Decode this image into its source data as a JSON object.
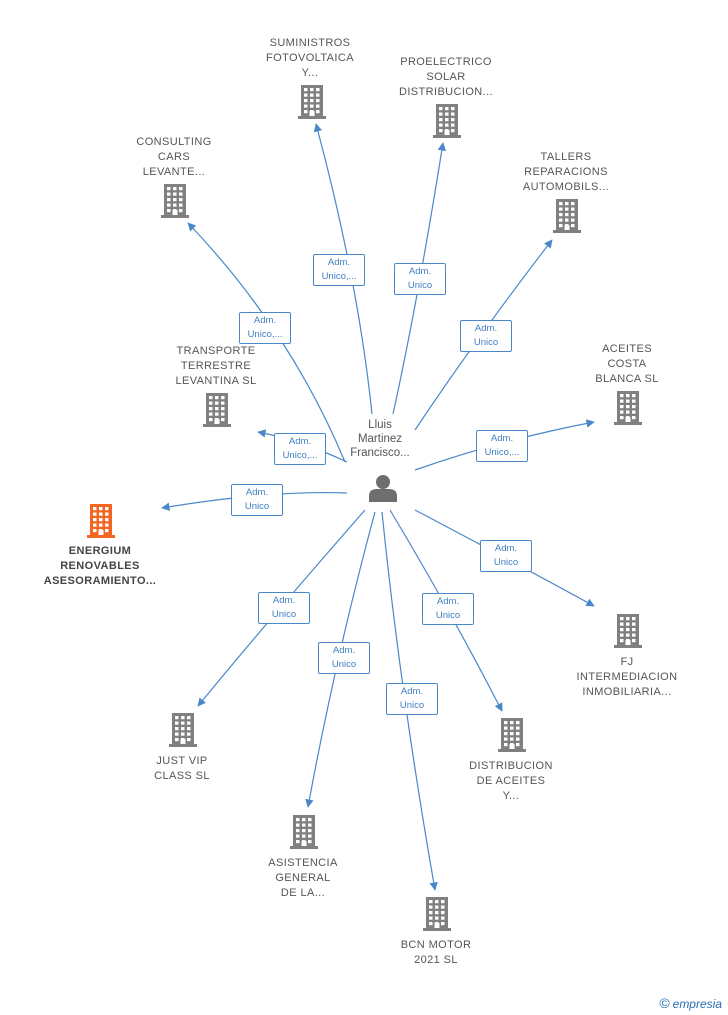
{
  "center": {
    "name_lines": [
      "Lluis",
      "Martinez",
      "Francisco..."
    ],
    "icon": "person-icon"
  },
  "colors": {
    "edge": "#4a87c9",
    "node": "#808080",
    "highlight": "#f26522",
    "person": "#6e6e6e"
  },
  "nodes": [
    {
      "id": "suministros",
      "lines": [
        "SUMINISTROS",
        "FOTOVOLTAICA",
        "Y..."
      ],
      "role_lines": [
        "Adm.",
        "Unico,..."
      ]
    },
    {
      "id": "proelectrico",
      "lines": [
        "PROELECTRICO",
        "SOLAR",
        "DISTRIBUCION..."
      ],
      "role_lines": [
        "Adm.",
        "Unico"
      ]
    },
    {
      "id": "consulting",
      "lines": [
        "CONSULTING",
        "CARS",
        "LEVANTE..."
      ],
      "role_lines": [
        "Adm.",
        "Unico,..."
      ]
    },
    {
      "id": "talleres",
      "lines": [
        "TALLERS",
        "REPARACIONS",
        "AUTOMOBILS..."
      ],
      "role_lines": [
        "Adm.",
        "Unico"
      ]
    },
    {
      "id": "transporte",
      "lines": [
        "TRANSPORTE",
        "TERRESTRE",
        "LEVANTINA SL"
      ],
      "role_lines": [
        "Adm.",
        "Unico,..."
      ]
    },
    {
      "id": "aceites",
      "lines": [
        "ACEITES",
        "COSTA",
        "BLANCA SL"
      ],
      "role_lines": [
        "Adm.",
        "Unico,..."
      ]
    },
    {
      "id": "energium",
      "lines": [
        "ENERGIUM",
        "RENOVABLES",
        "ASESORAMIENTO..."
      ],
      "role_lines": [
        "Adm.",
        "Unico"
      ],
      "highlight": true
    },
    {
      "id": "fj",
      "lines": [
        "FJ",
        "INTERMEDIACION",
        "INMOBILIARIA..."
      ],
      "role_lines": [
        "Adm.",
        "Unico"
      ]
    },
    {
      "id": "justvip",
      "lines": [
        "JUST VIP",
        "CLASS SL"
      ],
      "role_lines": [
        "Adm.",
        "Unico"
      ]
    },
    {
      "id": "distribucion",
      "lines": [
        "DISTRIBUCION",
        "DE ACEITES",
        "Y..."
      ],
      "role_lines": [
        "Adm.",
        "Unico"
      ]
    },
    {
      "id": "asistencia",
      "lines": [
        "ASISTENCIA",
        "GENERAL",
        "DE LA..."
      ],
      "role_lines": [
        "Adm.",
        "Unico"
      ]
    },
    {
      "id": "bcn",
      "lines": [
        "BCN MOTOR",
        "2021 SL"
      ],
      "role_lines": [
        "Adm.",
        "Unico"
      ]
    }
  ],
  "brand": {
    "copyright": "©",
    "name": "empresia"
  }
}
